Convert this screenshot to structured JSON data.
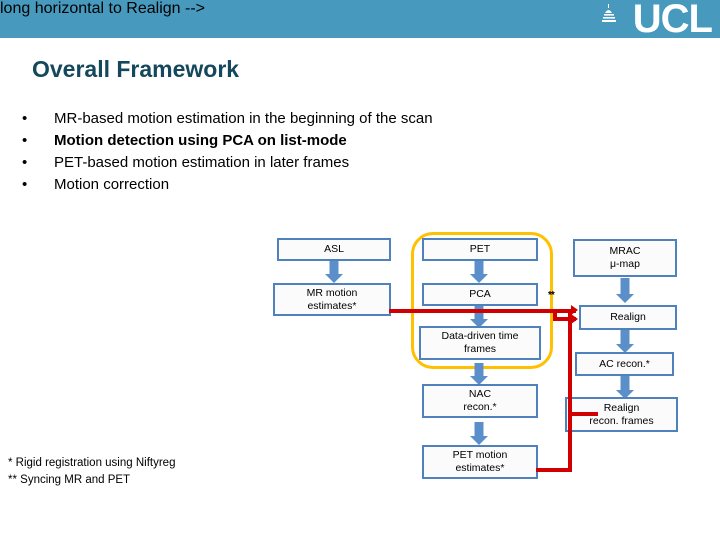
{
  "header": {
    "brand": "UCL",
    "bar_color": "#4799bd",
    "logo_icon": "ucl-dome-icon"
  },
  "title": "Overall Framework",
  "title_color": "#15485c",
  "bullets": [
    {
      "marker": "•",
      "text": "MR-based motion estimation in the beginning of the scan",
      "bold": false
    },
    {
      "marker": "•",
      "text": "Motion detection using PCA on list-mode",
      "bold": true
    },
    {
      "marker": "•",
      "text": "PET-based motion estimation in later frames",
      "bold": false
    },
    {
      "marker": "•",
      "text": "Motion correction",
      "bold": false
    }
  ],
  "diagram": {
    "node_border_color": "#4f81bd",
    "node_fill_color": "#fbfbfb",
    "arrow_color": "#5b8fc9",
    "group_color": "#ffc000",
    "red_color": "#d00000",
    "nodes": [
      {
        "id": "asl",
        "label": "ASL"
      },
      {
        "id": "mr-motion",
        "label": "MR motion\nestimates*"
      },
      {
        "id": "pet",
        "label": "PET"
      },
      {
        "id": "pca",
        "label": "PCA"
      },
      {
        "id": "time-frames",
        "label": "Data-driven time\nframes"
      },
      {
        "id": "nac-recon",
        "label": "NAC\nrecon.*"
      },
      {
        "id": "pet-motion",
        "label": "PET motion\nestimates*"
      },
      {
        "id": "mrac",
        "label": "MRAC\nμ-map"
      },
      {
        "id": "realign",
        "label": "Realign"
      },
      {
        "id": "ac-recon",
        "label": "AC recon.*"
      },
      {
        "id": "realign-frames",
        "label": "Realign\nrecon. frames"
      }
    ],
    "sync_marker": "**"
  },
  "footnotes": [
    "* Rigid registration using Niftyreg",
    "** Syncing MR and PET"
  ]
}
